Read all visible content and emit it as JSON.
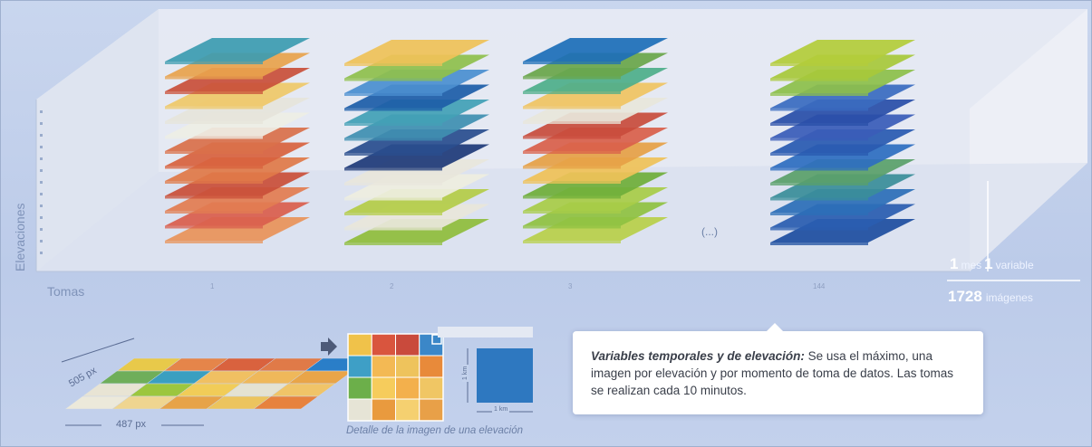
{
  "axes": {
    "y_label": "Elevaciones",
    "x_label": "Tomas"
  },
  "tomas_ticks": [
    "1",
    "2",
    "3",
    "144"
  ],
  "ellipsis": "(...)",
  "stats": {
    "line1_num_a": "1",
    "line1_word_a": "mes",
    "line1_num_b": "1",
    "line1_word_b": "variable",
    "line2_num": "1728",
    "line2_word": "imágenes"
  },
  "dimensions": {
    "width_label": "487 px",
    "height_label": "505 px",
    "cell_w": "1 km",
    "cell_h": "1 km"
  },
  "caption": "Detalle de la imagen de una elevación",
  "info": {
    "title": "Variables temporales y de elevación:",
    "text": " Se usa el máximo, una imagen por elevación y por momento de toma de datos. Las tomas se realizan cada 10 minutos."
  },
  "stacks": [
    {
      "colors": [
        "#e8935a",
        "#d95f4e",
        "#e27d52",
        "#c9503a",
        "#e07a48",
        "#d8623e",
        "#d9704a",
        "#eeeee4",
        "#e6e4da",
        "#efc868",
        "#c9503a",
        "#e8a24c",
        "#3d9cb0"
      ]
    },
    {
      "colors": [
        "#8fbd3c",
        "#e8e6da",
        "#b4cc48",
        "#eeeee0",
        "#e8e6dc",
        "#1f3a78",
        "#2a4e8e",
        "#3f8fb0",
        "#43a0b6",
        "#1e5ea8",
        "#4b8fd0",
        "#8fc04c",
        "#efc258"
      ]
    },
    {
      "colors": [
        "#b8d04a",
        "#8fc242",
        "#a8cc48",
        "#6fae3a",
        "#efc258",
        "#e6a046",
        "#d9604a",
        "#c84c3c",
        "#e8e6da",
        "#f0c462",
        "#4fae8a",
        "#6aa64a",
        "#1e6fb8"
      ]
    },
    {
      "colors": [
        "#1e4fa0",
        "#2a5eb0",
        "#2c6fb8",
        "#3a8e9a",
        "#5aa06a",
        "#2e6ec0",
        "#2a5ab0",
        "#3a5cb8",
        "#2a4fa8",
        "#3a6cc0",
        "#8dc04a",
        "#a8c83a",
        "#b4cc3a"
      ]
    }
  ],
  "grid_colors": [
    [
      "#e8c94a",
      "#e5854a",
      "#d9623e",
      "#e07a48",
      "#2a7ec8"
    ],
    [
      "#6fae5a",
      "#3a9fc0",
      "#f0c062",
      "#efb85a",
      "#e9a548"
    ],
    [
      "#e8e4d4",
      "#9cc63e",
      "#f1cc58",
      "#e4e2d2",
      "#f0c468"
    ],
    [
      "#ece9da",
      "#efd590",
      "#e7a348",
      "#ecc45e",
      "#e7823e"
    ]
  ],
  "detail_colors": [
    [
      "#f0c24a",
      "#d9553e",
      "#c94a3c",
      "#3b87c8"
    ],
    [
      "#3e9fc6",
      "#f3b954",
      "#eec35c",
      "#e88a3a"
    ],
    [
      "#6caf4a",
      "#f6cc5c",
      "#f3b04c",
      "#f0c664"
    ],
    [
      "#e6e4d6",
      "#e99a3e",
      "#f5d070",
      "#e8a048"
    ]
  ],
  "single_cell_color": "#2e78c0"
}
